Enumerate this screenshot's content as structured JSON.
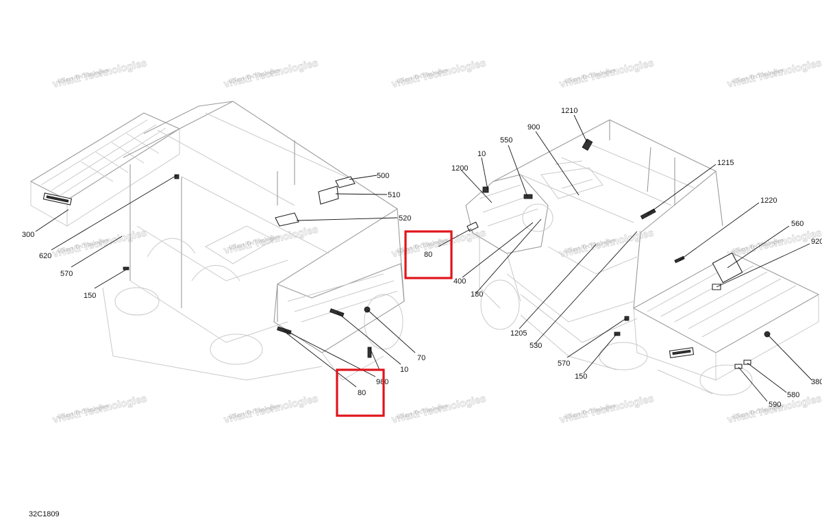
{
  "drawing_code": "32C1809",
  "watermark_text": "vNext Technologies",
  "left_callouts": [
    {
      "id": "c300",
      "label": "300"
    },
    {
      "id": "c620",
      "label": "620"
    },
    {
      "id": "c570",
      "label": "570"
    },
    {
      "id": "c150",
      "label": "150"
    },
    {
      "id": "c500",
      "label": "500"
    },
    {
      "id": "c510",
      "label": "510"
    },
    {
      "id": "c520",
      "label": "520"
    },
    {
      "id": "c70",
      "label": "70"
    },
    {
      "id": "c10",
      "label": "10"
    },
    {
      "id": "c980",
      "label": "980"
    },
    {
      "id": "c80",
      "label": "80"
    }
  ],
  "right_callouts": [
    {
      "id": "r1210",
      "label": "1210"
    },
    {
      "id": "r900",
      "label": "900"
    },
    {
      "id": "r550",
      "label": "550"
    },
    {
      "id": "r10",
      "label": "10"
    },
    {
      "id": "r1200",
      "label": "1200"
    },
    {
      "id": "r1215",
      "label": "1215"
    },
    {
      "id": "r1220",
      "label": "1220"
    },
    {
      "id": "r560",
      "label": "560"
    },
    {
      "id": "r920",
      "label": "920"
    },
    {
      "id": "r80",
      "label": "80"
    },
    {
      "id": "r400",
      "label": "400"
    },
    {
      "id": "r180",
      "label": "180"
    },
    {
      "id": "r1205",
      "label": "1205"
    },
    {
      "id": "r530",
      "label": "530"
    },
    {
      "id": "r570",
      "label": "570"
    },
    {
      "id": "r150",
      "label": "150"
    },
    {
      "id": "r380",
      "label": "380"
    },
    {
      "id": "r580",
      "label": "580"
    },
    {
      "id": "r590",
      "label": "590"
    }
  ],
  "colors": {
    "highlight": "#e0141b",
    "linework": "#c9c9c9",
    "text": "#111111"
  }
}
